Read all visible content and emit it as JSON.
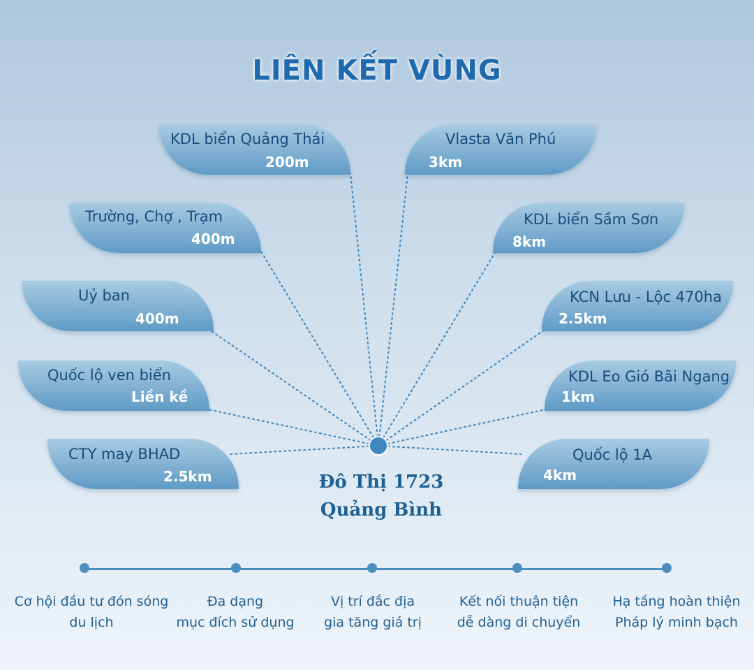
{
  "title": "LIÊN KẾT VÙNG",
  "center": {
    "line1": "Đô Thị 1723",
    "line2": "Quảng Bình"
  },
  "left_items": [
    {
      "name": "KDL biển Quảng Thái",
      "distance": "200m"
    },
    {
      "name": "Trường, Chợ , Trạm",
      "distance": "400m"
    },
    {
      "name": "Uỷ ban",
      "distance": "400m"
    },
    {
      "name": "Quốc lộ ven biển",
      "distance": "Liền kề"
    },
    {
      "name": "CTY may BHAD",
      "distance": "2.5km"
    }
  ],
  "right_items": [
    {
      "name": "Vlasta Văn Phú",
      "distance": "3km"
    },
    {
      "name": "KDL biển Sầm Sơn",
      "distance": "8km"
    },
    {
      "name": "KCN Lưu - Lộc 470ha",
      "distance": "2.5km"
    },
    {
      "name": "KDL Eo Gió Bãi Ngang",
      "distance": "1km"
    },
    {
      "name": "Quốc lộ 1A",
      "distance": "4km"
    }
  ],
  "features": [
    {
      "line1": "Cơ hội đầu tư đón sóng",
      "line2": "du lịch"
    },
    {
      "line1": "Đa dạng",
      "line2": "mục đích sử dụng"
    },
    {
      "line1": "Vị trí đắc địa",
      "line2": "gia tăng giá trị"
    },
    {
      "line1": "Kết nối thuận tiện",
      "line2": "dễ dàng di chuyển"
    },
    {
      "line1": "Hạ tầng hoàn thiện",
      "line2": "Pháp lý minh bạch"
    }
  ],
  "colors": {
    "title": "#1f6aae",
    "accent": "#4b8fc0",
    "card_text": "#174c7c"
  }
}
